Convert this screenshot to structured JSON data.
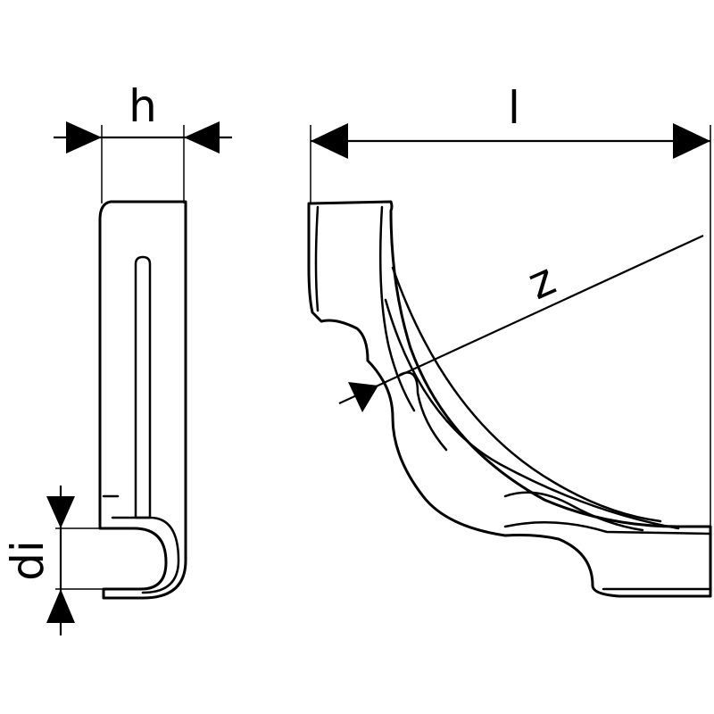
{
  "dimensions": {
    "h": "h",
    "l": "l",
    "z": "z",
    "di": "di"
  }
}
